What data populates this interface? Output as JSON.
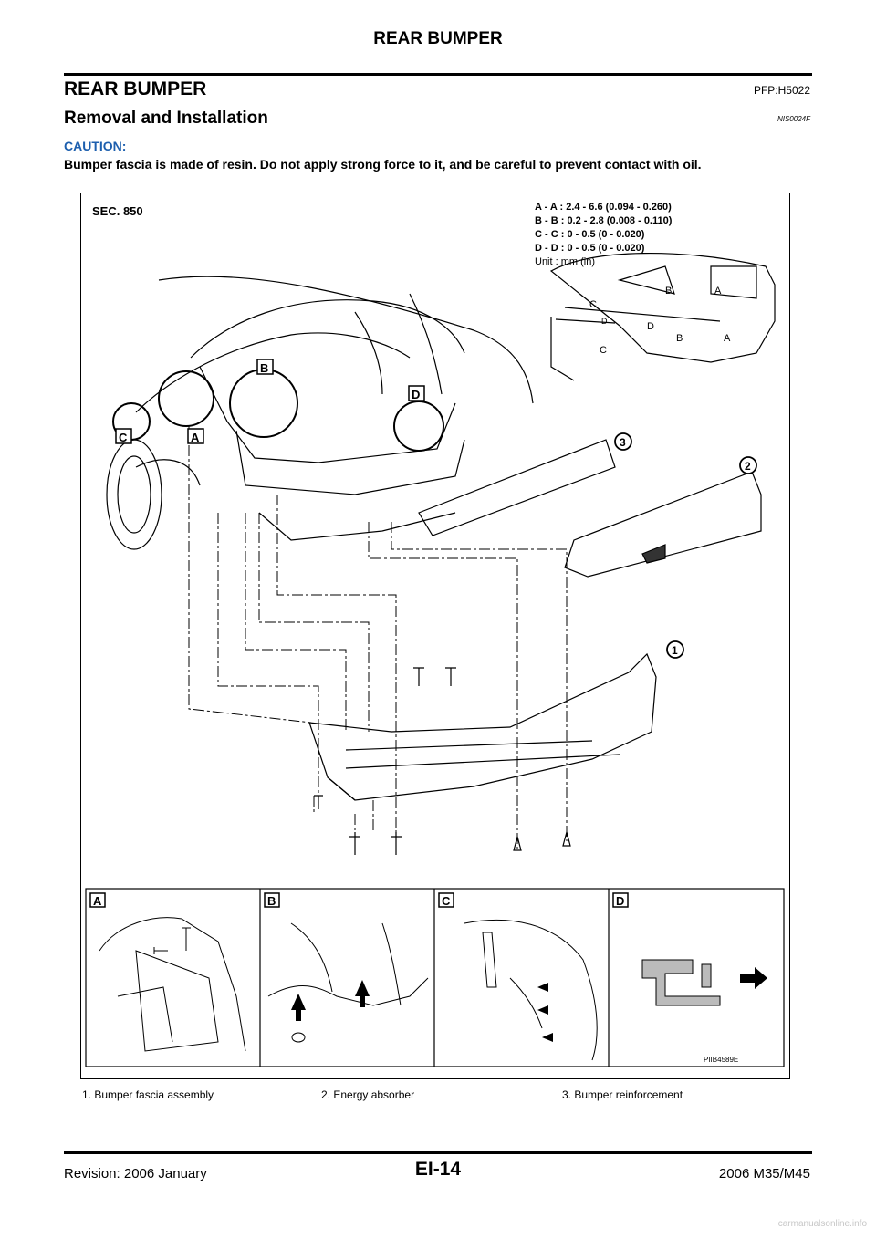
{
  "page": {
    "running_title": "REAR BUMPER",
    "section_title": "REAR BUMPER",
    "section_code": "PFP:H5022",
    "subsection_title": "Removal and Installation",
    "subsection_code": "NIS0024F",
    "caution_label": "CAUTION:",
    "caution_text": "Bumper fascia is made of resin. Do not apply strong force to it, and be careful to prevent contact with oil."
  },
  "figure": {
    "sec": "SEC. 850",
    "specs": [
      "A - A : 2.4 - 6.6 (0.094 - 0.260)",
      "B - B : 0.2 - 2.8 (0.008 - 0.110)",
      "C - C : 0 - 0.5 (0 - 0.020)",
      "D - D : 0 - 0.5 (0 - 0.020)",
      "Unit : mm (in)"
    ],
    "detail_letters": [
      "A",
      "B",
      "C",
      "D"
    ],
    "inset_labels": [
      "C",
      "D",
      "D",
      "C",
      "B",
      "B",
      "A",
      "A"
    ],
    "callouts": [
      "1",
      "2",
      "3"
    ],
    "figure_code": "PIIB4589E"
  },
  "legend": [
    "1.    Bumper fascia assembly",
    "2.    Energy absorber",
    "3.    Bumper reinforcement"
  ],
  "footer": {
    "revision": "Revision: 2006 January",
    "page_number": "EI-14",
    "model": "2006 M35/M45"
  },
  "watermark": "carmanualsonline.info",
  "colors": {
    "caution": "#1d5fae",
    "rule": "#000000"
  }
}
